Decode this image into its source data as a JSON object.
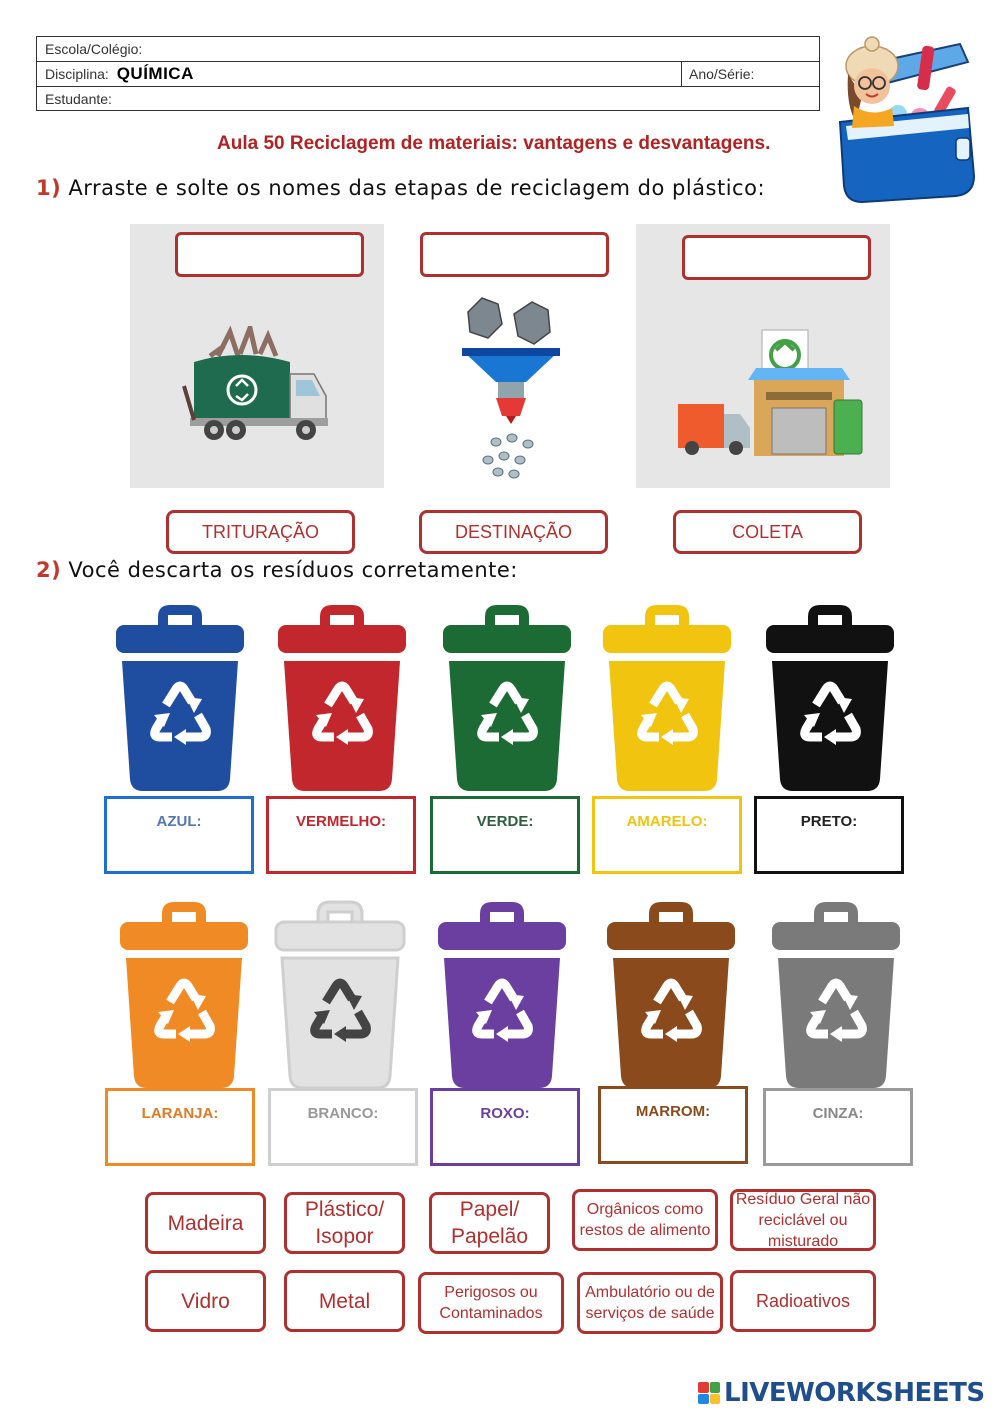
{
  "header": {
    "school_label": "Escola/Colégio:",
    "subject_label": "Disciplina:",
    "subject_value": "QUÍMICA",
    "grade_label": "Ano/Série:",
    "student_label": "Estudante:"
  },
  "lesson_title": "Aula 50 Reciclagem de materiais: vantagens e desvantagens.",
  "question1": {
    "number": "1)",
    "text": "Arraste e solte os nomes das etapas de reciclagem do plástico:",
    "options": [
      "TRITURAÇÃO",
      "DESTINAÇÃO",
      "COLETA"
    ]
  },
  "question2": {
    "number": "2)",
    "text": "Você descarta os resíduos corretamente:",
    "bins_row1": [
      {
        "label": "AZUL:",
        "color": "#1f4ea0"
      },
      {
        "label": "VERMELHO:",
        "color": "#c1272d"
      },
      {
        "label": "VERDE:",
        "color": "#1d6b34"
      },
      {
        "label": "AMARELO:",
        "color": "#f1c40f"
      },
      {
        "label": "PRETO:",
        "color": "#111111"
      }
    ],
    "bins_row2": [
      {
        "label": "LARANJA:",
        "color": "#f08a24"
      },
      {
        "label": "BRANCO:",
        "color": "#e2e2e2"
      },
      {
        "label": "ROXO:",
        "color": "#6a3fa0"
      },
      {
        "label": "MARROM:",
        "color": "#8a4a1c"
      },
      {
        "label": "CINZA:",
        "color": "#7a7a7a"
      }
    ],
    "answers_row1": [
      "Madeira",
      "Plástico/ Isopor",
      "Papel/ Papelão",
      "Orgânicos como restos de alimento",
      "Resíduo Geral não reciclável ou misturado"
    ],
    "answers_row2": [
      "Vidro",
      "Metal",
      "Perigosos ou Contaminados",
      "Ambulatório ou de serviços de saúde",
      "Radioativos"
    ]
  },
  "brand": "LIVEWORKSHEETS"
}
